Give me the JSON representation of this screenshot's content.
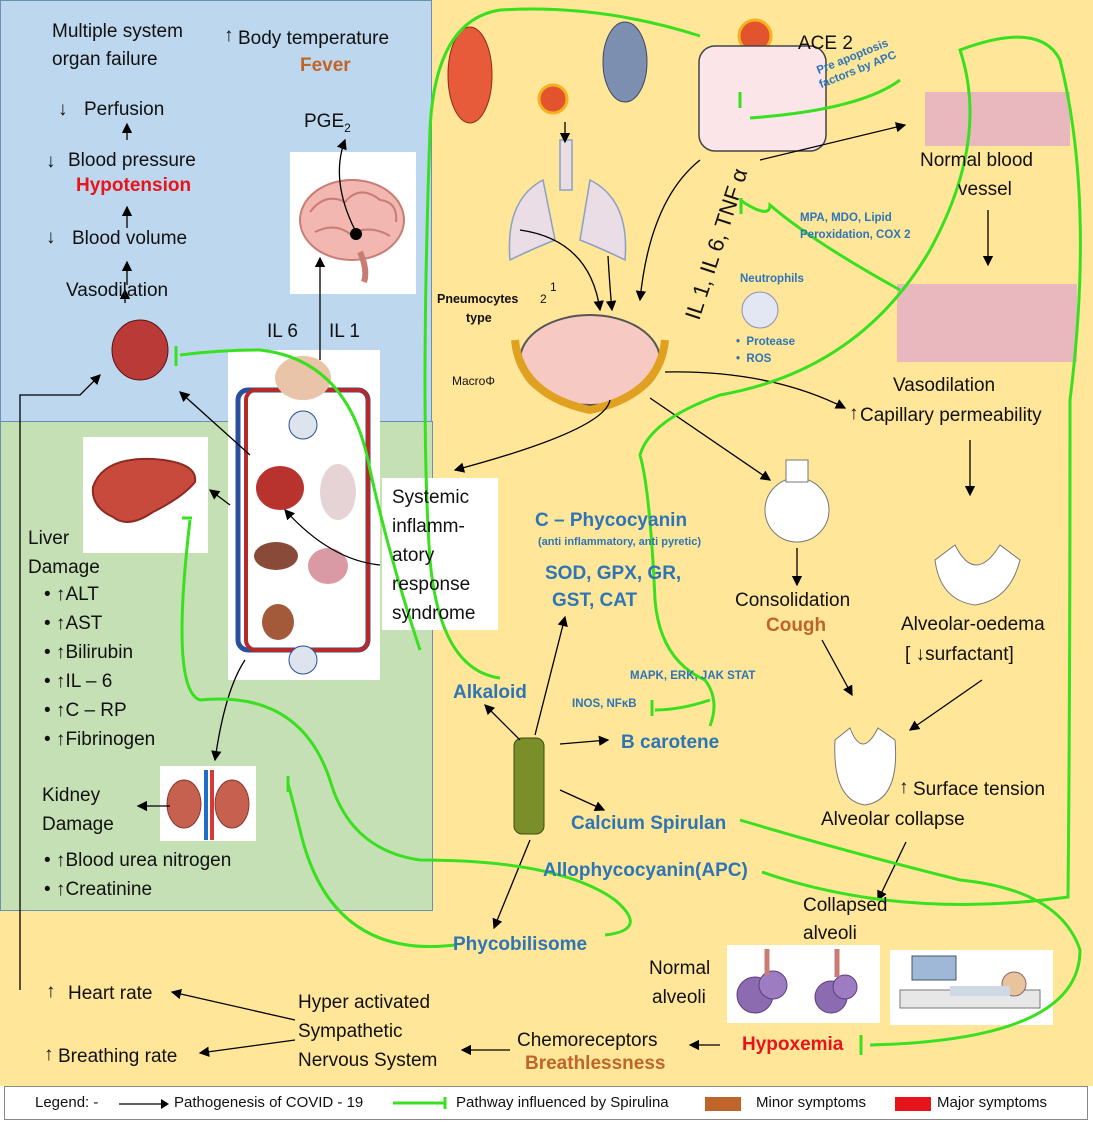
{
  "colors": {
    "blue_panel": "#bdd7ee",
    "green_panel": "#c5e0b4",
    "yellow_panel": "#ffe699",
    "spirulina_pathway": "#39e01f",
    "minor": "#c0652a",
    "major": "#e8141c",
    "agent_text": "#2e75b6"
  },
  "left_top": {
    "mosf_1": "Multiple system",
    "mosf_2": "organ failure",
    "body_temp": "Body temperature",
    "fever": "Fever",
    "perfusion": "Perfusion",
    "pge2": "PGE",
    "pge2_sub": "2",
    "blood_pressure": "Blood pressure",
    "hypotension": "Hypotension",
    "blood_volume": "Blood volume",
    "vasodilation": "Vasodilation",
    "il6": "IL 6",
    "il1": "IL 1"
  },
  "sirs": [
    "Systemic",
    "inflamm-",
    "atory",
    "response",
    "syndrome"
  ],
  "liver": {
    "title_1": "Liver",
    "title_2": "Damage",
    "items": [
      "ALT",
      "AST",
      "Bilirubin",
      "IL – 6",
      "C – RP",
      "Fibrinogen"
    ]
  },
  "kidney": {
    "title_1": "Kidney",
    "title_2": "Damage",
    "items": [
      "Blood urea nitrogen",
      "Creatinine"
    ]
  },
  "bottom_left": {
    "heart_rate": "Heart rate",
    "breathing_rate": "Breathing rate",
    "sns_1": "Hyper activated",
    "sns_2": "Sympathetic",
    "sns_3": "Nervous System",
    "chemo": "Chemoreceptors",
    "breathlessness": "Breathlessness",
    "hypoxemia": "Hypoxemia"
  },
  "center": {
    "ace2": "ACE 2",
    "apoptosis_1": "Pre apoptosis",
    "apoptosis_2": "factors by APC",
    "cytokines": "IL 1, IL 6, TNF α",
    "mpa_1": "MPA, MDO, Lipid",
    "mpa_2": "Peroxidation, COX 2",
    "neutrophils": "Neutrophils",
    "protease": "Protease",
    "ros": "ROS",
    "pneumocytes_1": "Pneumocytes",
    "pneumocytes_2": "type",
    "num1": "1",
    "num2": "2",
    "macro": "MacroΦ"
  },
  "right": {
    "normal_vessel_1": "Normal blood",
    "normal_vessel_2": "vessel",
    "vasodilation": "Vasodilation",
    "cap_perm": "Capillary permeability",
    "consolidation": "Consolidation",
    "cough": "Cough",
    "oedema": "Alveolar-oedema",
    "surfactant_open": "[",
    "surfactant": "surfactant]",
    "surface_tension": "Surface tension",
    "alveolar_collapse": "Alveolar collapse",
    "collapsed_1": "Collapsed",
    "collapsed_2": "alveoli",
    "normal_alv_1": "Normal",
    "normal_alv_2": "alveoli"
  },
  "spirulina": {
    "cpc": "C – Phycocyanin",
    "cpc_sub": "(anti inflammatory, anti pyretic)",
    "enzymes_1": "SOD, GPX, GR,",
    "enzymes_2": "GST, CAT",
    "mapk": "MAPK, ERK, JAK STAT",
    "inos": "INOS, NFĸB",
    "alkaloid": "Alkaloid",
    "bcarotene": "B carotene",
    "calcium": "Calcium Spirulan",
    "apc": "Allophycocyanin(APC)",
    "phycobilisome": "Phycobilisome"
  },
  "legend": {
    "label": "Legend: -",
    "pathogenesis": "Pathogenesis of COVID - 19",
    "spirulina": "Pathway influenced by Spirulina",
    "minor": "Minor symptoms",
    "major": "Major symptoms"
  }
}
